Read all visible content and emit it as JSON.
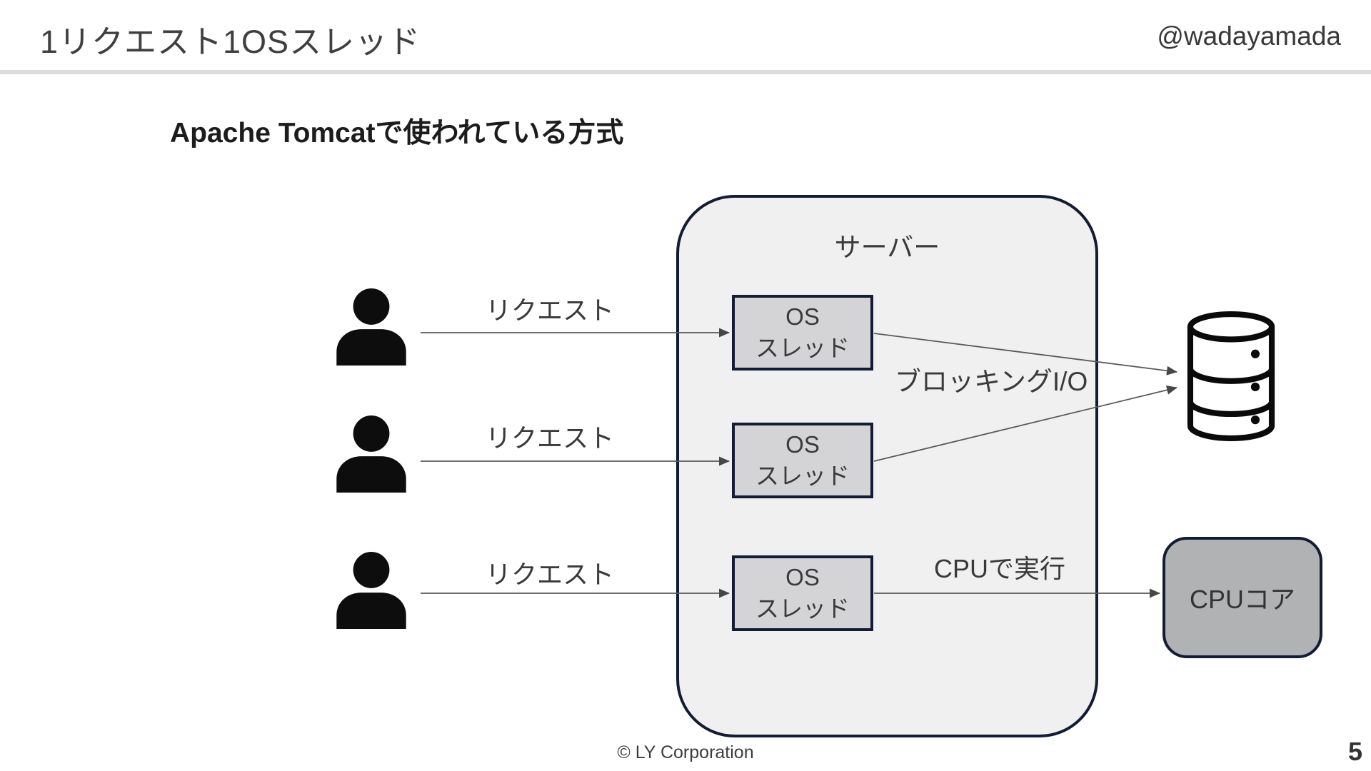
{
  "header": {
    "title": "1リクエスト1OSスレッド",
    "handle": "@wadayamada"
  },
  "subtitle": "Apache Tomcatで使われている方式",
  "diagram": {
    "server_label": "サーバー",
    "requests": [
      "リクエスト",
      "リクエスト",
      "リクエスト"
    ],
    "os_box": {
      "line1": "OS",
      "line2": "スレッド"
    },
    "blocking_io_label": "ブロッキングI/O",
    "cpu_exec_label": "CPUで実行",
    "cpu_core_label": "CPUコア"
  },
  "footer": {
    "copyright": "© LY Corporation",
    "page_number": "5"
  },
  "colors": {
    "border_navy": "#131c35",
    "server_fill": "#f0f0f1",
    "os_box_fill": "#d4d4d6",
    "cpu_box_fill": "#b1b2b4",
    "divider_gray": "#dbdbdb",
    "text_dark": "#3a3a3a",
    "icon_black": "#0d0d0d"
  }
}
